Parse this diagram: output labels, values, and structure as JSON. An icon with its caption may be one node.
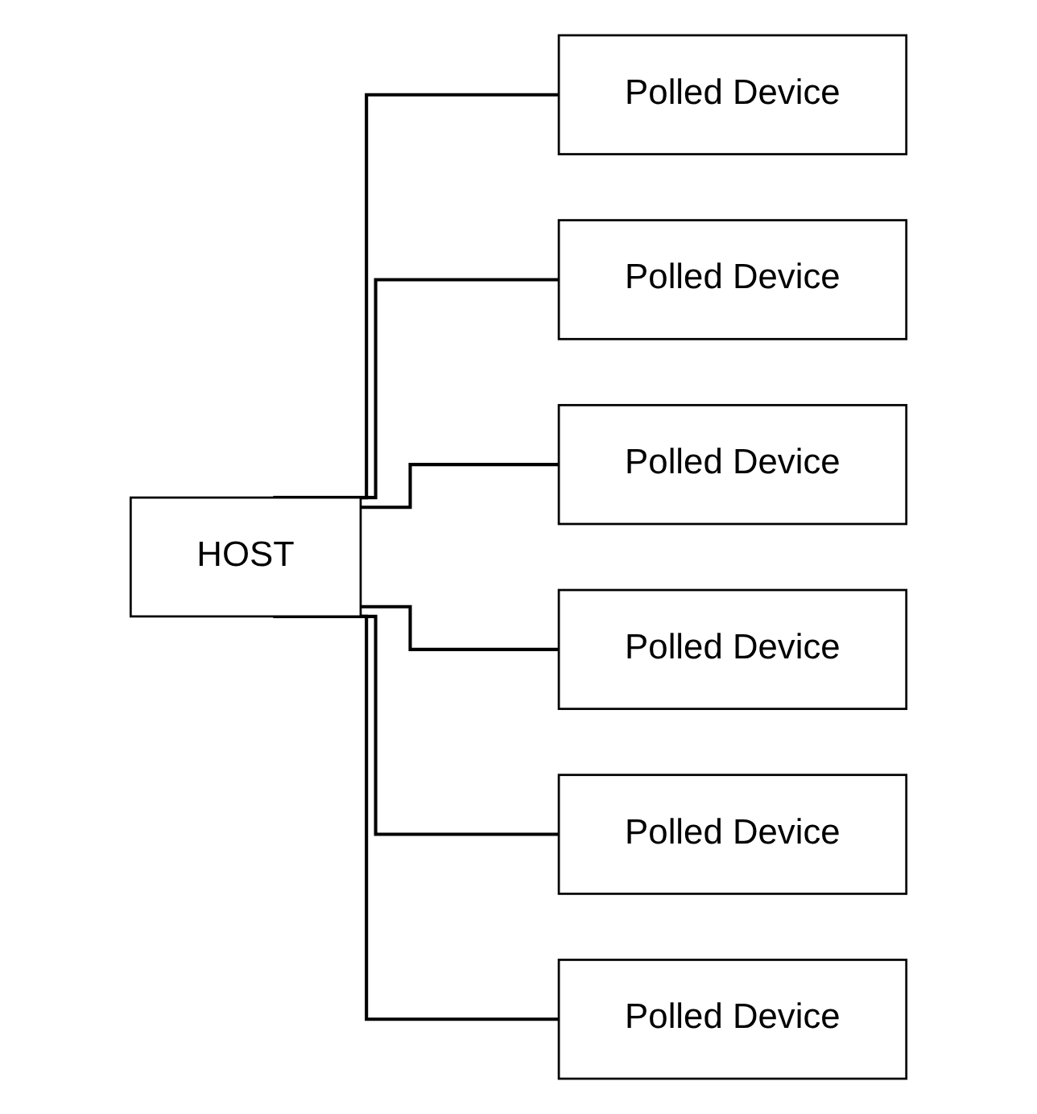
{
  "diagram": {
    "nodes": [
      {
        "text": [
          "HOST"
        ]
      },
      {
        "text": [
          "Polled Device"
        ]
      },
      {
        "text": [
          "Polled Device"
        ]
      },
      {
        "text": [
          "Polled Device"
        ]
      },
      {
        "text": [
          "Polled Device"
        ]
      },
      {
        "text": [
          "Polled Device"
        ]
      },
      {
        "text": [
          "Polled Device"
        ]
      }
    ],
    "edges": [
      {
        "from": 0,
        "to": 1,
        "arrow": "none"
      },
      {
        "from": 0,
        "to": 2,
        "arrow": "none"
      },
      {
        "from": 0,
        "to": 3,
        "arrow": "none"
      },
      {
        "from": 0,
        "to": 4,
        "arrow": "none"
      },
      {
        "from": 0,
        "to": 5,
        "arrow": "none"
      },
      {
        "from": 0,
        "to": 6,
        "arrow": "none"
      }
    ]
  }
}
